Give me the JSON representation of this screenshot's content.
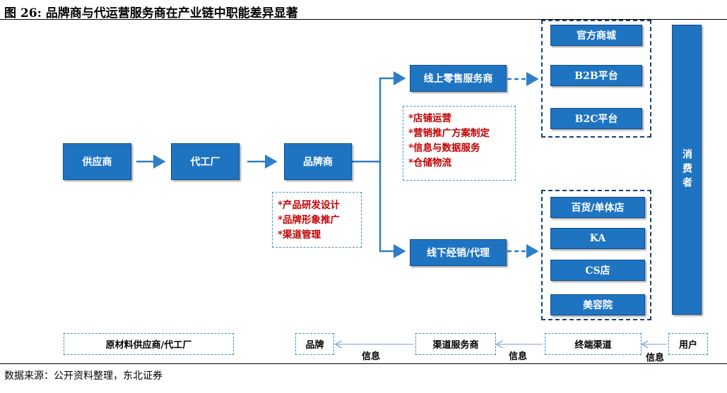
{
  "title": "图 26:  品牌商与代运营服务商在产业链中职能差异显著",
  "nodes": {
    "supplier": "供应商",
    "oem": "代工厂",
    "brand": "品牌商",
    "online": "线上零售服务商",
    "offline": "线下经销/代理",
    "official_mall": "官方商城",
    "b2b": "B2B平台",
    "b2c": "B2C平台",
    "department": "百货/单体店",
    "ka": "KA",
    "cs": "CS店",
    "beauty": "美容院",
    "consumer": "消费者"
  },
  "brand_notes": [
    "*产品研发设计",
    "*品牌形象推广",
    "*渠道管理"
  ],
  "service_notes": [
    "*店铺运营",
    "*营销推广方案制定",
    "*信息与数据服务",
    "*仓储物流"
  ],
  "bottom_flow": {
    "raw": "原材料供应商/代工厂",
    "brand": "品牌",
    "channel_service": "渠道服务商",
    "terminal": "终端渠道",
    "user": "用户",
    "info1": "信息",
    "info2": "信息",
    "info3": "信息"
  },
  "source": "数据来源：公开资料整理，东北证券",
  "colors": {
    "box": "#1f74c2",
    "arrow": "#2d7fc7",
    "note_red": "#c00000",
    "dash_dark": "#1b3f73"
  }
}
